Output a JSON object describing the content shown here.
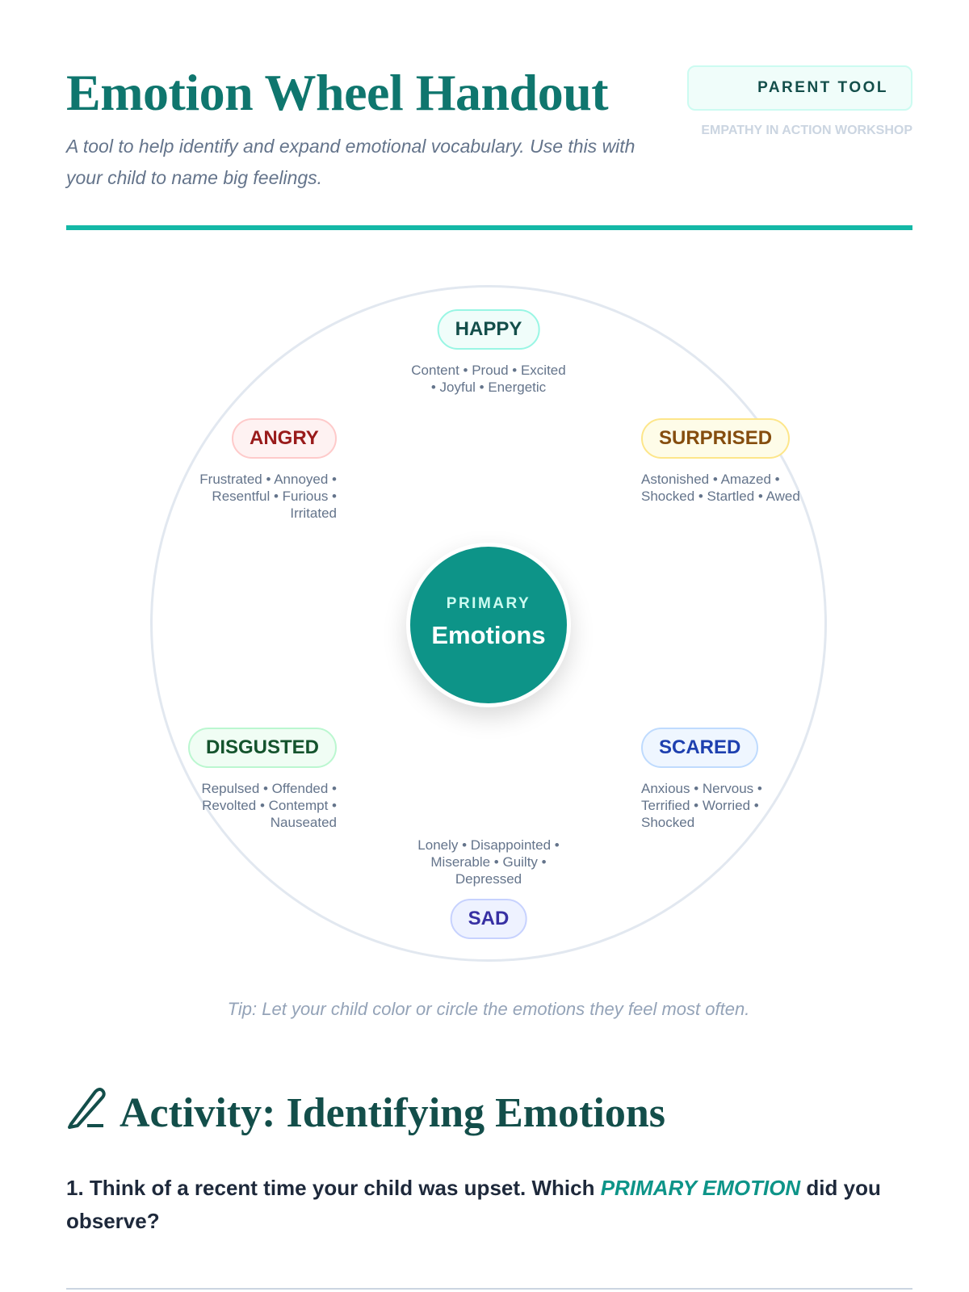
{
  "header": {
    "title": "Emotion Wheel Handout",
    "subtitle": "A tool to help identify and expand emotional vocabulary. Use this with your child to name big feelings.",
    "badge": "PARENT TOOL",
    "workshop": "EMPATHY IN ACTION WORKSHOP"
  },
  "wheel": {
    "center_kicker": "PRIMARY",
    "center_label": "Emotions",
    "emotions": [
      {
        "name": "HAPPY",
        "words": "Content • Proud • Excited • Joyful • Energetic",
        "color": "#134e4a",
        "bg": "#f0fdfa",
        "border": "#99f6e4"
      },
      {
        "name": "SURPRISED",
        "words": "Astonished • Amazed • Shocked • Startled • Awed",
        "color": "#854d0e",
        "bg": "#fefce8",
        "border": "#fde68a"
      },
      {
        "name": "SCARED",
        "words": "Anxious • Nervous • Terrified • Worried • Shocked",
        "color": "#1e40af",
        "bg": "#eff6ff",
        "border": "#bfdbfe"
      },
      {
        "name": "SAD",
        "words": "Lonely • Disappointed • Miserable • Guilty • Depressed",
        "color": "#3730a3",
        "bg": "#eef2ff",
        "border": "#c7d2fe"
      },
      {
        "name": "DISGUSTED",
        "words": "Repulsed • Offended • Revolted • Contempt • Nauseated",
        "color": "#14532d",
        "bg": "#f0fdf4",
        "border": "#bbf7d0"
      },
      {
        "name": "ANGRY",
        "words": "Frustrated • Annoyed • Resentful • Furious • Irritated",
        "color": "#991b1b",
        "bg": "#fef2f2",
        "border": "#fecaca"
      }
    ]
  },
  "tip": "Tip: Let your child color or circle the emotions they feel most often.",
  "activity": {
    "heading": "Activity: Identifying Emotions",
    "icon": "pencil-icon",
    "q1_before": "1. Think of a recent time your child was upset. Which ",
    "q1_emphasis": "PRIMARY EMOTION",
    "q1_after": " did you observe?"
  }
}
